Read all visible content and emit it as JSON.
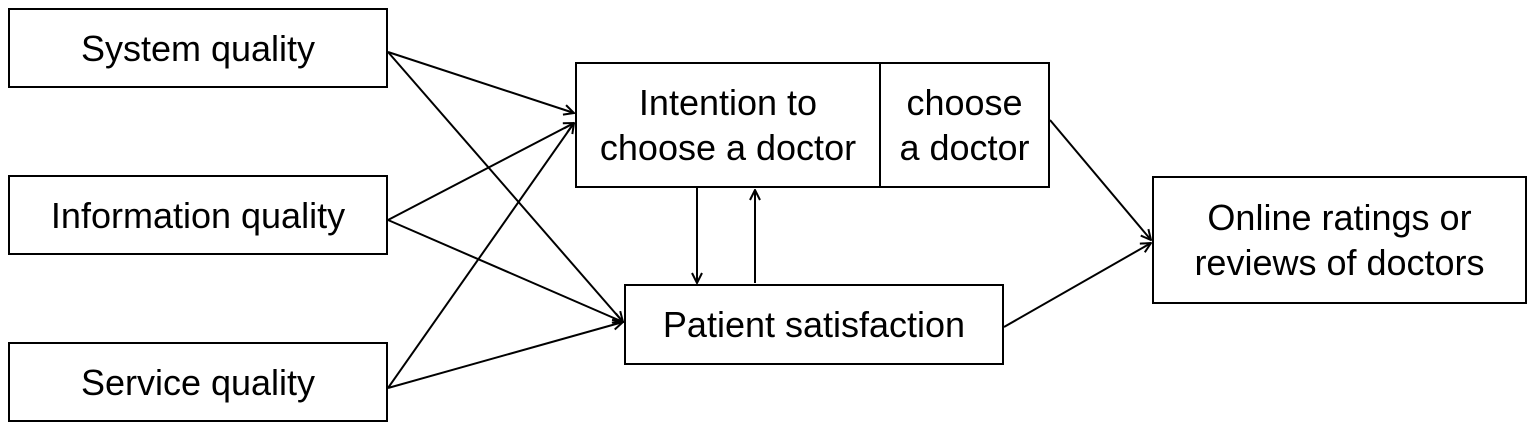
{
  "nodes": {
    "system_quality": "System quality",
    "information_quality": "Information quality",
    "service_quality": "Service quality",
    "intention": {
      "left": "Intention to\nchoose a doctor",
      "right": "choose\na doctor"
    },
    "patient_satisfaction": "Patient satisfaction",
    "online_ratings": "Online ratings or\nreviews of doctors"
  }
}
